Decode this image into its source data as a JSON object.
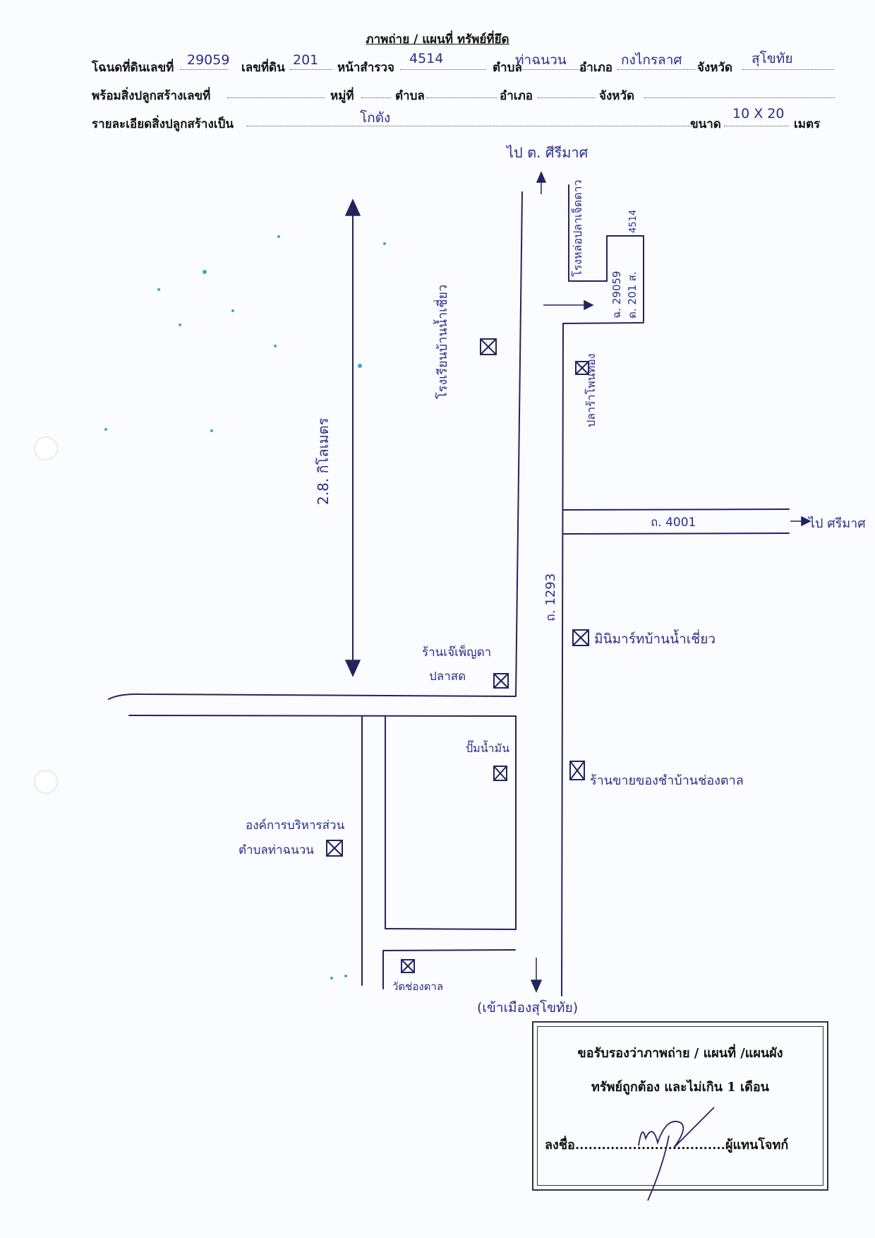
{
  "header": {
    "title": "ภาพถ่าย / แผนที่ ทรัพย์ที่ยึด",
    "row1": {
      "deed_label": "โฉนดที่ดินเลขที่",
      "deed_value": "29059",
      "land_no_label": "เลขที่ดิน",
      "land_no_value": "201",
      "survey_page_label": "หน้าสำรวจ",
      "survey_page_value": "4514",
      "subdistrict_label": "ตำบล",
      "subdistrict_value": "ท่าฉนวน",
      "district_label": "อำเภอ",
      "district_value": "กงไกรลาศ",
      "province_label": "จังหวัด",
      "province_value": "สุโขทัย"
    },
    "row2": {
      "building_no_label": "พร้อมสิ่งปลูกสร้างเลขที่",
      "village_label": "หมู่ที่",
      "subdistrict_label": "ตำบล",
      "district_label": "อำเภอ",
      "province_label": "จังหวัด"
    },
    "row3": {
      "detail_label": "รายละเอียดสิ่งปลูกสร้างเป็น",
      "detail_value": "โกดัง",
      "size_label": "ขนาด",
      "size_value": "10 X 20",
      "unit_label": "เมตร"
    }
  },
  "map": {
    "to_sirimas": "ไป ต. ศีรีมาศ",
    "plot_name": "โรงหล่อปลาเจ็ดดาว",
    "plot_deed": "ฉ. 29059",
    "plot_land": "ด. 201 ส.",
    "plot_survey": "4514",
    "school": "โรงเรียนบ้านน้ำเชี่ยว",
    "fish_farm": "ปลาร้าโพนทอง",
    "distance": "2.8. กิโลเมตร",
    "road_4001": "ถ. 4001",
    "to_sirimas_east": "ไป ศรีมาศ",
    "road_1293": "ถ. 1293",
    "minimart": "มินิมาร์ทบ้านน้ำเชี่ยว",
    "fish_shop_1": "ร้านเจ๊เพ็ญดา",
    "fish_shop_2": "ปลาสด",
    "gas_station": "ปั๊มน้ำมัน",
    "sao_1": "องค์การบริหารส่วน",
    "sao_2": "ตำบลท่าฉนวน",
    "shop_south": "ร้านขายของชำบ้านช่องตาล",
    "temple": "วัดช่องตาล",
    "to_sukhothai": "(เข้าเมืองสุโขทัย)"
  },
  "certification": {
    "line1": "ขอรับรองว่าภาพถ่าย / แผนที่ /แผนผัง",
    "line2": "ทรัพย์ถูกต้อง และไม่เกิน 1 เดือน",
    "sign_label": "ลงชื่อ",
    "dots": "..................................",
    "role": "ผู้แทนโจทก์"
  }
}
